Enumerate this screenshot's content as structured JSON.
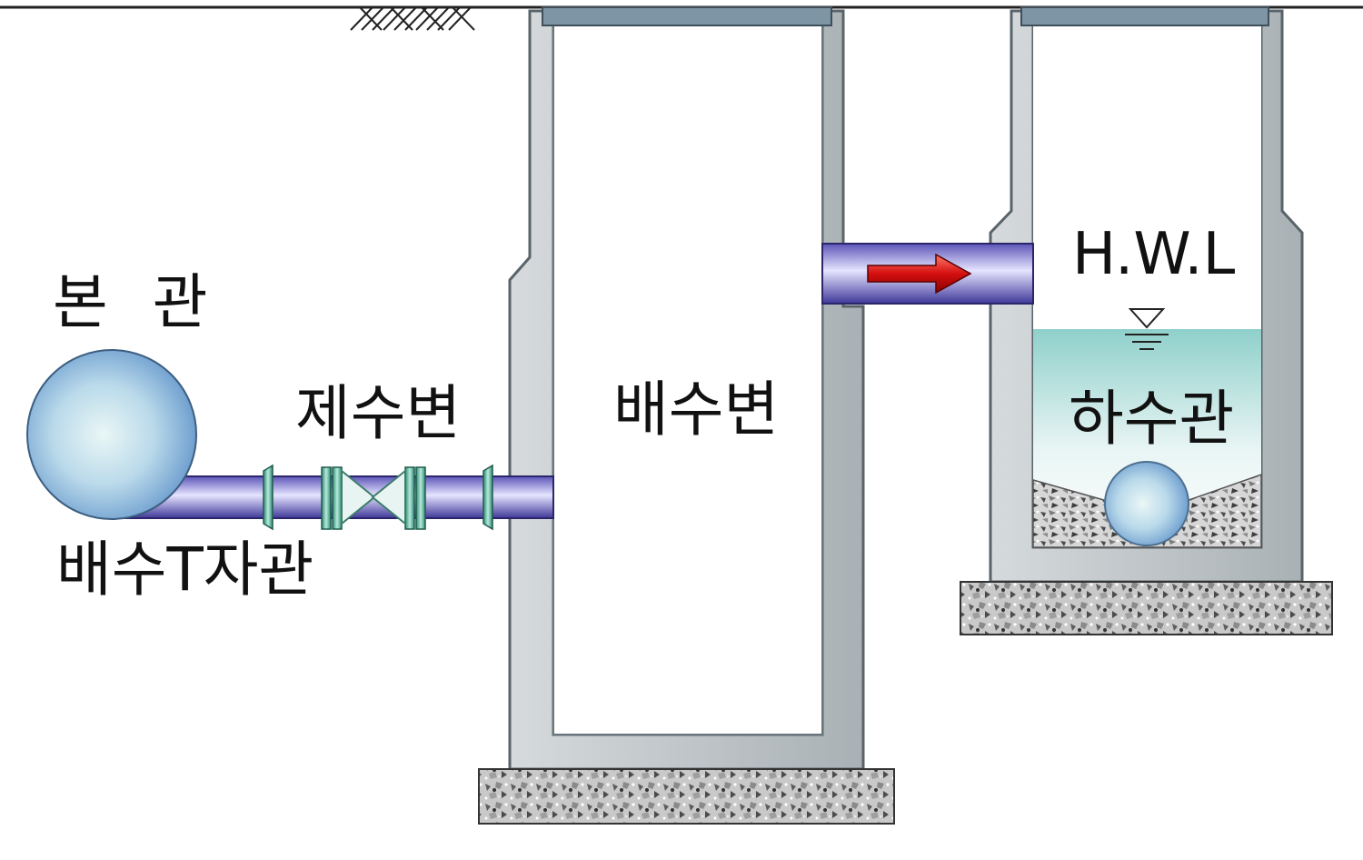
{
  "labels": {
    "main_pipe": "본 관",
    "tee_pipe": "배수T자관",
    "gate_valve": "제수변",
    "drain_valve": "배수변",
    "hwl": "H.W.L",
    "sewer_pipe": "하수관"
  },
  "colors": {
    "concrete": "#b9c0c3",
    "concrete_edge": "#5f6a70",
    "cover": "#7e95a6",
    "pipe": "#8a80d8",
    "water": "#a9dcd8",
    "flow_arrow": "#e21b1b",
    "gravel": "#9a9a9a"
  }
}
